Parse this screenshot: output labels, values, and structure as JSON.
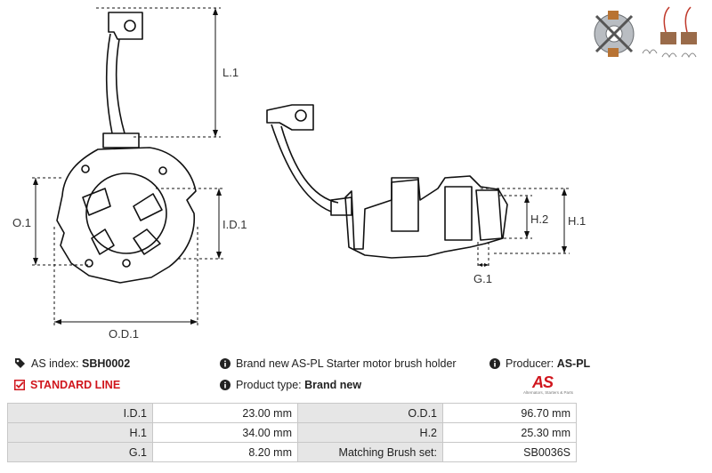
{
  "dimensions": {
    "l1": "L.1",
    "o1": "O.1",
    "id1": "I.D.1",
    "od1": "O.D.1",
    "h1": "H.1",
    "h2": "H.2",
    "g1": "G.1"
  },
  "info": {
    "as_index_label": "AS index:",
    "as_index_value": "SBH0002",
    "description": "Brand new AS-PL Starter motor brush holder",
    "producer_label": "Producer:",
    "producer_value": "AS-PL",
    "standard_line": "STANDARD LINE",
    "product_type_label": "Product type:",
    "product_type_value": "Brand new",
    "logo_text": "AS",
    "logo_tagline": "Alternators, Starters & Parts"
  },
  "specs": [
    {
      "label1": "I.D.1",
      "value1": "23.00 mm",
      "label2": "O.D.1",
      "value2": "96.70 mm"
    },
    {
      "label1": "H.1",
      "value1": "34.00 mm",
      "label2": "H.2",
      "value2": "25.30 mm"
    },
    {
      "label1": "G.1",
      "value1": "8.20 mm",
      "label2": "Matching Brush set:",
      "value2": "SB0036S"
    }
  ],
  "colors": {
    "accent_red": "#d0161d",
    "label_bg": "#e6e6e6"
  }
}
